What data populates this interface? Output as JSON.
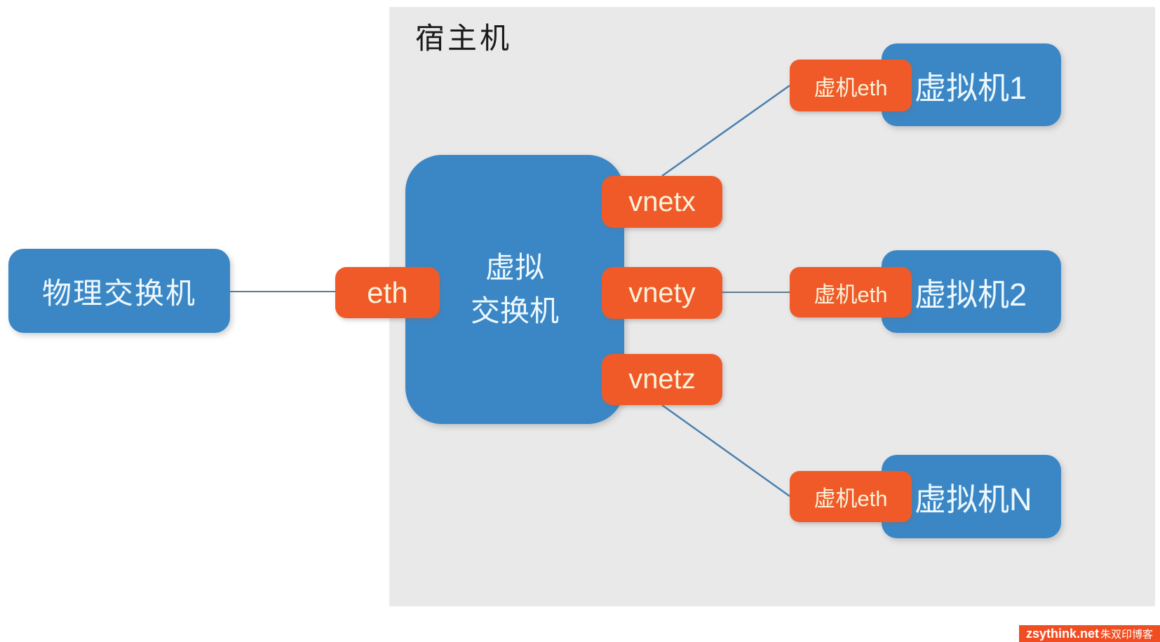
{
  "diagram": {
    "type": "network-topology",
    "host": {
      "title": "宿主机"
    },
    "physical_switch": {
      "label": "物理交换机"
    },
    "host_eth": {
      "label": "eth"
    },
    "virtual_switch": {
      "label": "虚拟\n交换机"
    },
    "ports": [
      {
        "label": "vnetx"
      },
      {
        "label": "vnety"
      },
      {
        "label": "vnetz"
      }
    ],
    "vms": [
      {
        "nic_label": "虚机eth",
        "label": "虚拟机1"
      },
      {
        "nic_label": "虚机eth",
        "label": "虚拟机2"
      },
      {
        "nic_label": "虚机eth",
        "label": "虚拟机N"
      }
    ],
    "connections": [
      {
        "from": "物理交换机",
        "to": "eth"
      },
      {
        "from": "vnetx",
        "to": "虚拟机1 虚机eth"
      },
      {
        "from": "vnety",
        "to": "虚拟机2 虚机eth"
      },
      {
        "from": "vnetz",
        "to": "虚拟机N 虚机eth"
      }
    ]
  },
  "colors": {
    "node_blue": "#3B87C6",
    "node_orange": "#F05A28",
    "host_panel_gray": "#E9E9E9",
    "text_on_blue": "#EDF8FD",
    "text_on_orange": "#FBF2DB",
    "connector_horizontal": "#5E7B90",
    "connector_diagonal": "#4B80AE",
    "watermark_orange": "#F04E22"
  },
  "watermark": {
    "site": "zsythink.net",
    "name": "朱双印博客"
  }
}
